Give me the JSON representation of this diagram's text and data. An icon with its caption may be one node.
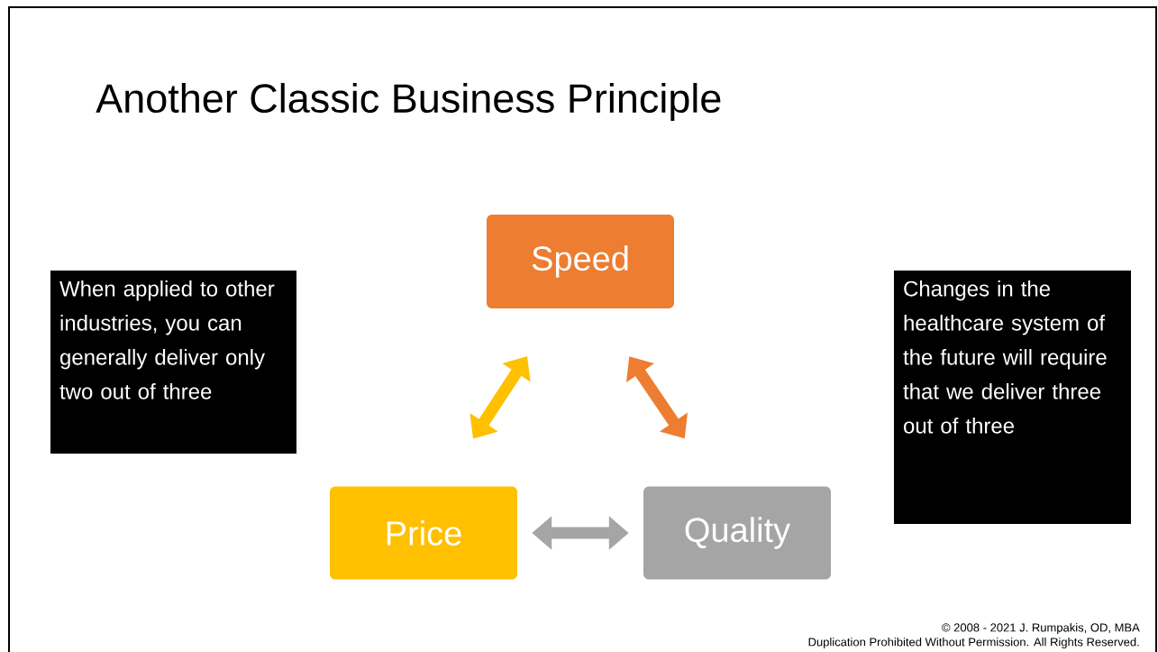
{
  "diagram": {
    "title": "Another Classic Business Principle",
    "nodes": [
      {
        "text": [
          "Speed"
        ]
      },
      {
        "text": [
          "Price"
        ]
      },
      {
        "text": [
          "Quality"
        ]
      },
      {
        "text": [
          "When applied to other industries, you can generally deliver only two out of three"
        ]
      },
      {
        "text": [
          "Changes in the healthcare system of the future will require that we deliver three out of three"
        ]
      }
    ],
    "edges": [
      {
        "from": 0,
        "to": 1,
        "arrow": "both",
        "color": "#ffc000"
      },
      {
        "from": 0,
        "to": 2,
        "arrow": "both",
        "color": "#ed7d31"
      },
      {
        "from": 1,
        "to": 2,
        "arrow": "both",
        "color": "#a5a5a5"
      }
    ],
    "labels": [
      "© 2008 - 2021 J. Rumpakis, OD, MBA",
      "Duplication Prohibited Without Permission.  All Rights Reserved."
    ]
  }
}
